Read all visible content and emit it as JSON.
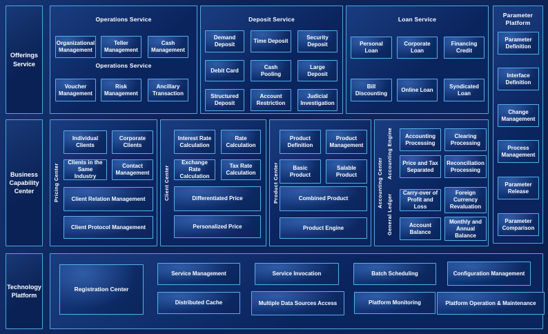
{
  "colors": {
    "background": "#0c2254",
    "panel_border": "#4fa8e8",
    "box_border": "#58b0ee",
    "box_fill": "#0d2a66",
    "text": "#ffffff"
  },
  "left_labels": {
    "offerings": "Offerings Service",
    "business": "Business Capability Center",
    "technology": "Technology Platform"
  },
  "operations": {
    "title": "Operations Service",
    "mid_label": "Operations Service",
    "row1": [
      "Organizational Management",
      "Teller Management",
      "Cash Management"
    ],
    "row2": [
      "Voucher Management",
      "Risk Management",
      "Ancillary Transaction"
    ]
  },
  "deposit": {
    "title": "Deposit Service",
    "rows": [
      [
        "Demand Deposit",
        "Time Deposit",
        "Security Deposit"
      ],
      [
        "Debit Card",
        "Cash Pooling",
        "Large Deposit"
      ],
      [
        "Structured Deposit",
        "Account Restriction",
        "Judicial Investigation"
      ]
    ]
  },
  "loan": {
    "title": "Loan Service",
    "rows": [
      [
        "Personal Loan",
        "Corporate Loan",
        "Financing Credit"
      ],
      [
        "Bill Discounting",
        "Online Loan",
        "Syndicated Loan"
      ]
    ]
  },
  "parameter_platform": {
    "title": "Parameter Platform",
    "items": [
      "Parameter Definition",
      "Interface Definition",
      "Change Management",
      "Process Management",
      "Parameter Release",
      "Parameter Comparison"
    ]
  },
  "pricing_center": {
    "label": "Pricing Center",
    "small": [
      "Individual Clients",
      "Corporate Clients",
      "Clients in the Same Industry",
      "Contact Management"
    ],
    "wide": [
      "Client Relation Management",
      "Client Protocol Management"
    ]
  },
  "client_center": {
    "label": "Client Center",
    "small": [
      "Interest Rate Calculation",
      "Rate Calculation",
      "Exchange Rate Calculation",
      "Tax Rate Calculation"
    ],
    "wide": [
      "Differentiated Price",
      "Personalized Price"
    ]
  },
  "product_center": {
    "label": "Product Center",
    "small": [
      "Product Definition",
      "Product Management",
      "Basic Product",
      "Salable Product"
    ],
    "wide": [
      "Combined Product",
      "Product Engine"
    ]
  },
  "accounting_center": {
    "label": "Accounting Center",
    "engine": {
      "label": "Accounting Engine",
      "items": [
        "Accounting Processing",
        "Clearing Processing",
        "Price and Tax Separated",
        "Reconciliation Processing"
      ]
    },
    "ledger": {
      "label": "General Ledger",
      "items": [
        "Carry-over of Profit and Loss",
        "Foreign Currency Revaluation",
        "Account Balance",
        "Monthly and Annual Balance"
      ]
    }
  },
  "technology": {
    "registration": "Registration Center",
    "row1": [
      "Service Management",
      "Service Invocation",
      "Batch Scheduling",
      "Configuration Management"
    ],
    "row2": [
      "Distributed Cache",
      "Multiple Data Sources Access",
      "Platform Monitoring",
      "Platform Operation & Maintenance"
    ]
  }
}
